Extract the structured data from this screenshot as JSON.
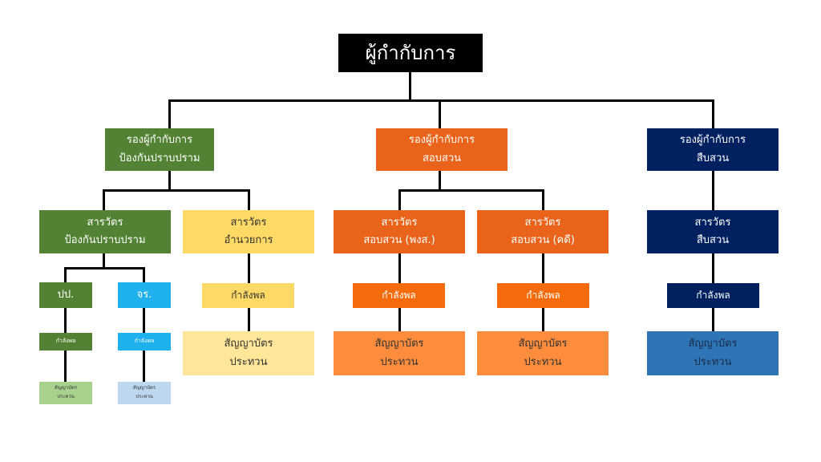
{
  "colors": {
    "black": "#000000",
    "green": "#548235",
    "green_light": "#a9d18e",
    "cyan": "#1eb1ed",
    "blue_light": "#bdd7ee",
    "yellow": "#ffd966",
    "yellow_light": "#ffe699",
    "orange": "#e9631a",
    "orange_mid": "#f56b0c",
    "orange_light": "#fd8d3c",
    "navy": "#002060",
    "blue": "#2e75b6",
    "text_light": "#ffffff",
    "text_dark": "#333333"
  },
  "root": {
    "label": "ผู้กำกับการ"
  },
  "deputies": [
    {
      "line1": "รองผู้กำกับการ",
      "line2": "ป้องกันปราบปราม"
    },
    {
      "line1": "รองผู้กำกับการ",
      "line2": "สอบสวน"
    },
    {
      "line1": "รองผู้กำกับการ",
      "line2": "สืบสวน"
    }
  ],
  "inspectors": [
    {
      "line1": "สารวัตร",
      "line2": "ป้องกันปราบปราม"
    },
    {
      "line1": "สารวัตร",
      "line2": "อำนวยการ"
    },
    {
      "line1": "สารวัตร",
      "line2": "สอบสวน (พงส.)"
    },
    {
      "line1": "สารวัตร",
      "line2": "สอบสวน (คดี)"
    },
    {
      "line1": "สารวัตร",
      "line2": "สืบสวน"
    }
  ],
  "units": [
    {
      "label": "ปป."
    },
    {
      "label": "จร."
    }
  ],
  "manpower_label": "กำลังพล",
  "roster": {
    "line1": "สัญญาบัตร",
    "line2": "ประทวน"
  }
}
